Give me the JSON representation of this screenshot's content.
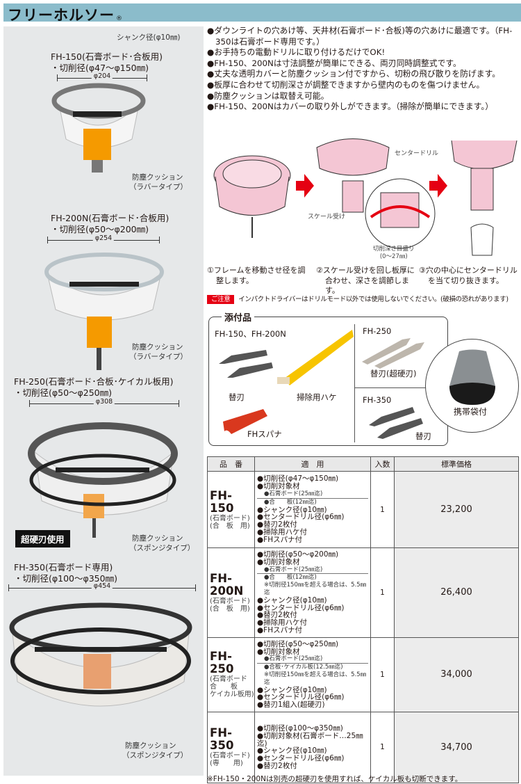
{
  "header": {
    "title": "フリーホルソー",
    "registered": "®"
  },
  "left": {
    "shank": "シャンク径(φ10㎜)",
    "products": [
      {
        "name": "FH-150(石膏ボード･合板用)",
        "cut": "・切削径(φ47～φ150㎜)",
        "dim": "φ204",
        "cushion1": "防塵クッション",
        "cushion2": "（ラバータイプ）"
      },
      {
        "name": "FH-200N(石膏ボード･合板用)",
        "cut": "・切削径(φ50～φ200㎜)",
        "dim": "φ254",
        "cushion1": "防塵クッション",
        "cushion2": "（ラバータイプ）"
      },
      {
        "name": "FH-250(石膏ボード･合板･ケイカル板用)",
        "cut": "・切削径(φ50～φ250㎜)",
        "dim": "φ308",
        "cushion1": "防塵クッション",
        "cushion2": "（スポンジタイプ）",
        "badge": "超硬刃使用"
      },
      {
        "name": "FH-350(石膏ボード専用)",
        "cut": "・切削径(φ100～φ350㎜)",
        "dim": "φ454",
        "cushion1": "防塵クッション",
        "cushion2": "（スポンジタイプ）"
      }
    ]
  },
  "features": [
    "●ダウンライトの穴あけ等、天井材(石膏ボード･合板)等の穴あけに最適です。（FH-350は石膏ボード専用です。）",
    "●お手持ちの電動ドリルに取り付けるだけでOK!",
    "●FH-150、200Nは寸法調整が簡単にできる、両刃同時調整式です。",
    "●丈夫な透明カバーと防塵クッション付ですから、切粉の飛び散りを防げます。",
    "●板厚に合わせて切削深さが調整できますから壁内のものを傷つけません。",
    "●防塵クッションは取替え可能。",
    "●FH-150、200Nはカバーの取り外しができます。（掃除が簡単にできます。）"
  ],
  "diagram": {
    "scale_receiver": "スケール受け",
    "depth_scale": "切削深さ目盛り",
    "depth_range": "(0～27㎜)",
    "center_drill": "センタードリル",
    "accent": "#e50012",
    "body_color": "#f4c6d4"
  },
  "steps": [
    "①フレームを移動させ径を調整します。",
    "②スケール受けを回し板厚に合わせ、深さを調節します。",
    "③穴の中心にセンタードリルを当て切り抜きます。"
  ],
  "warning": {
    "label": "ご注意",
    "text": "インパクトドライバーはドリルモード以外では使用しないでください。(破損の恐れがあります)"
  },
  "accessories": {
    "title": "添付品",
    "group1": "FH-150、FH-200N",
    "blade": "替刃",
    "brush": "掃除用ハケ",
    "spanner": "FHスパナ",
    "group2": "FH-250",
    "blade_carbide": "替刃(超硬刃)",
    "group3": "FH-350",
    "blade3": "替刃",
    "bag": "携帯袋付"
  },
  "table": {
    "headers": [
      "品　番",
      "適　用",
      "入数",
      "標準価格"
    ],
    "rows": [
      {
        "model": "FH-150",
        "sub": [
          "(石膏ボード)",
          "(合　板　用)"
        ],
        "qty": "1",
        "price": "23,200",
        "uses": [
          [
            "m",
            "●切削径(φ47～φ150㎜)"
          ],
          [
            "m",
            "●切削対象材"
          ],
          [
            "s",
            "●石膏ボード(25㎜迄)"
          ],
          [
            "s",
            "●合　　板(12㎜迄)"
          ],
          [
            "m",
            "●シャンク径(φ10㎜)"
          ],
          [
            "m",
            "●センタードリル径(φ6㎜)"
          ],
          [
            "m",
            "●替刃2枚付"
          ],
          [
            "m",
            "●掃除用ハケ付"
          ],
          [
            "m",
            "●FHスパナ付"
          ]
        ]
      },
      {
        "model": "FH-200N",
        "sub": [
          "(石膏ボード)",
          "(合　板　用)"
        ],
        "qty": "1",
        "price": "26,400",
        "uses": [
          [
            "m",
            "●切削径(φ50～φ200㎜)"
          ],
          [
            "m",
            "●切削対象材"
          ],
          [
            "s",
            "●石膏ボード(25㎜迄)"
          ],
          [
            "s",
            "●合　　板(12㎜迄)"
          ],
          [
            "s",
            "※切削径150㎜を超える場合は、5.5㎜迄"
          ],
          [
            "m",
            "●シャンク径(φ10㎜)"
          ],
          [
            "m",
            "●センタードリル径(φ6㎜)"
          ],
          [
            "m",
            "●替刃2枚付"
          ],
          [
            "m",
            "●掃除用ハケ付"
          ],
          [
            "m",
            "●FHスパナ付"
          ]
        ]
      },
      {
        "model": "FH-250",
        "sub": [
          "(石膏ボード",
          "合　　板",
          "ケイカル板用)"
        ],
        "qty": "1",
        "price": "34,000",
        "uses": [
          [
            "m",
            "●切削径(φ50～φ250㎜)"
          ],
          [
            "m",
            "●切削対象材"
          ],
          [
            "s",
            "●石膏ボード(25㎜迄)"
          ],
          [
            "s",
            "●合板･ケイカル板(12.5㎜迄)"
          ],
          [
            "s",
            "※切削径150㎜を超える場合は、5.5㎜迄"
          ],
          [
            "m",
            "●シャンク径(φ10㎜)"
          ],
          [
            "m",
            "●センタードリル径(φ6㎜)"
          ],
          [
            "m",
            "●替刃1組入(超硬刃)"
          ]
        ]
      },
      {
        "model": "FH-350",
        "sub": [
          "(石膏ボード)",
          "(専　　用)"
        ],
        "qty": "1",
        "price": "34,700",
        "uses": [
          [
            "m",
            "●切削径(φ100～φ350㎜)"
          ],
          [
            "m",
            "●切削対象材(石膏ボード…25㎜迄)"
          ],
          [
            "m",
            "●シャンク径(φ10㎜)"
          ],
          [
            "m",
            "●センタードリル径(φ6㎜)"
          ],
          [
            "m",
            "●替刃2枚付"
          ]
        ]
      }
    ]
  },
  "footnote": "※FH-150・200Nは別売の超硬刃を使用すれば、ケイカル板も切断できます。"
}
